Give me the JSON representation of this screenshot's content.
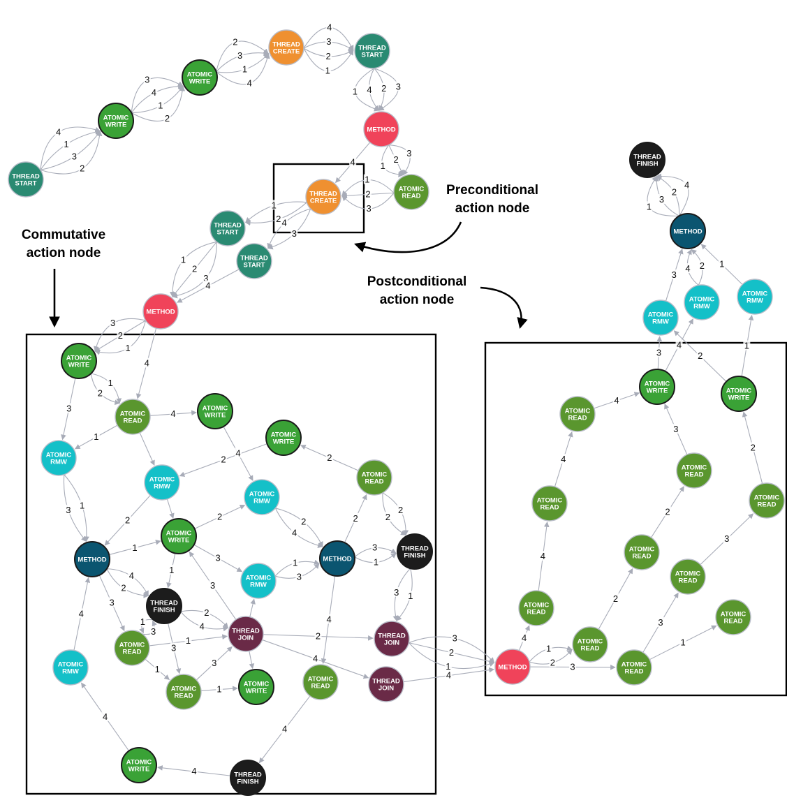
{
  "colors": {
    "thread_start": "#2a8a72",
    "atomic_write": "#3aa236",
    "thread_create": "#ef9030",
    "method_red": "#f0435a",
    "atomic_read": "#5a962e",
    "atomic_rmw": "#14c0c8",
    "method_dark": "#0b5570",
    "thread_finish": "#1c1c1c",
    "thread_join": "#6a2a47",
    "edge": "#a8acb8",
    "box": "#000000"
  },
  "annotations": {
    "commutative": [
      "Commutative",
      "action node"
    ],
    "preconditional": [
      "Preconditional",
      "action node"
    ],
    "postconditional": [
      "Postconditional",
      "action node"
    ]
  },
  "nodes": [
    {
      "id": "ts1",
      "type": "thread_start",
      "label": [
        "THREAD",
        "START"
      ]
    },
    {
      "id": "aw1",
      "type": "atomic_write",
      "label": [
        "ATOMIC",
        "WRITE"
      ]
    },
    {
      "id": "aw2",
      "type": "atomic_write",
      "label": [
        "ATOMIC",
        "WRITE"
      ]
    },
    {
      "id": "tc1",
      "type": "thread_create",
      "label": [
        "THREAD",
        "CREATE"
      ]
    },
    {
      "id": "ts2",
      "type": "thread_start",
      "label": [
        "THREAD",
        "START"
      ]
    },
    {
      "id": "m1",
      "type": "method_red",
      "label": [
        "METHOD"
      ]
    },
    {
      "id": "ar1",
      "type": "atomic_read",
      "label": [
        "ATOMIC",
        "READ"
      ]
    },
    {
      "id": "tc2",
      "type": "thread_create",
      "label": [
        "THREAD",
        "CREATE"
      ]
    },
    {
      "id": "ts3",
      "type": "thread_start",
      "label": [
        "THREAD",
        "START"
      ]
    },
    {
      "id": "ts4",
      "type": "thread_start",
      "label": [
        "THREAD",
        "START"
      ]
    },
    {
      "id": "m2",
      "type": "method_red",
      "label": [
        "METHOD"
      ]
    },
    {
      "id": "aw3",
      "type": "atomic_write",
      "label": [
        "ATOMIC",
        "WRITE"
      ]
    },
    {
      "id": "ar2",
      "type": "atomic_read",
      "label": [
        "ATOMIC",
        "READ"
      ]
    },
    {
      "id": "aw4",
      "type": "atomic_write",
      "label": [
        "ATOMIC",
        "WRITE"
      ]
    },
    {
      "id": "aw5",
      "type": "atomic_write",
      "label": [
        "ATOMIC",
        "WRITE"
      ]
    },
    {
      "id": "rmw1",
      "type": "atomic_rmw",
      "label": [
        "ATOMIC",
        "RMW"
      ]
    },
    {
      "id": "rmw2",
      "type": "atomic_rmw",
      "label": [
        "ATOMIC",
        "RMW"
      ]
    },
    {
      "id": "ar3",
      "type": "atomic_read",
      "label": [
        "ATOMIC",
        "READ"
      ]
    },
    {
      "id": "rmw3",
      "type": "atomic_rmw",
      "label": [
        "ATOMIC",
        "RMW"
      ]
    },
    {
      "id": "aw6",
      "type": "atomic_write",
      "label": [
        "ATOMIC",
        "WRITE"
      ]
    },
    {
      "id": "md1",
      "type": "method_dark",
      "label": [
        "METHOD"
      ]
    },
    {
      "id": "md2",
      "type": "method_dark",
      "label": [
        "METHOD"
      ]
    },
    {
      "id": "tf1",
      "type": "thread_finish",
      "label": [
        "THREAD",
        "FINISH"
      ]
    },
    {
      "id": "rmw4",
      "type": "atomic_rmw",
      "label": [
        "ATOMIC",
        "RMW"
      ]
    },
    {
      "id": "tf2",
      "type": "thread_finish",
      "label": [
        "THREAD",
        "FINISH"
      ]
    },
    {
      "id": "ar4",
      "type": "atomic_read",
      "label": [
        "ATOMIC",
        "READ"
      ]
    },
    {
      "id": "tj1",
      "type": "thread_join",
      "label": [
        "THREAD",
        "JOIN"
      ]
    },
    {
      "id": "tj2",
      "type": "thread_join",
      "label": [
        "THREAD",
        "JOIN"
      ]
    },
    {
      "id": "tj3",
      "type": "thread_join",
      "label": [
        "THREAD",
        "JOIN"
      ]
    },
    {
      "id": "rmw5",
      "type": "atomic_rmw",
      "label": [
        "ATOMIC",
        "RMW"
      ]
    },
    {
      "id": "ar5",
      "type": "atomic_read",
      "label": [
        "ATOMIC",
        "READ"
      ]
    },
    {
      "id": "aw7",
      "type": "atomic_write",
      "label": [
        "ATOMIC",
        "WRITE"
      ]
    },
    {
      "id": "ar6",
      "type": "atomic_read",
      "label": [
        "ATOMIC",
        "READ"
      ]
    },
    {
      "id": "aw8",
      "type": "atomic_write",
      "label": [
        "ATOMIC",
        "WRITE"
      ]
    },
    {
      "id": "tf3",
      "type": "thread_finish",
      "label": [
        "THREAD",
        "FINISH"
      ]
    },
    {
      "id": "m3",
      "type": "method_red",
      "label": [
        "METHOD"
      ]
    },
    {
      "id": "tf4",
      "type": "thread_finish",
      "label": [
        "THREAD",
        "FINISH"
      ]
    },
    {
      "id": "md3",
      "type": "method_dark",
      "label": [
        "METHOD"
      ]
    },
    {
      "id": "rmw6",
      "type": "atomic_rmw",
      "label": [
        "ATOMIC",
        "RMW"
      ]
    },
    {
      "id": "rmw7",
      "type": "atomic_rmw",
      "label": [
        "ATOMIC",
        "RMW"
      ]
    },
    {
      "id": "rmw8",
      "type": "atomic_rmw",
      "label": [
        "ATOMIC",
        "RMW"
      ]
    },
    {
      "id": "aw9",
      "type": "atomic_write",
      "label": [
        "ATOMIC",
        "WRITE"
      ]
    },
    {
      "id": "aw10",
      "type": "atomic_write",
      "label": [
        "ATOMIC",
        "WRITE"
      ]
    },
    {
      "id": "ar7",
      "type": "atomic_read",
      "label": [
        "ATOMIC",
        "READ"
      ]
    },
    {
      "id": "ar8",
      "type": "atomic_read",
      "label": [
        "ATOMIC",
        "READ"
      ]
    },
    {
      "id": "ar9",
      "type": "atomic_read",
      "label": [
        "ATOMIC",
        "READ"
      ]
    },
    {
      "id": "ar10",
      "type": "atomic_read",
      "label": [
        "ATOMIC",
        "READ"
      ]
    },
    {
      "id": "ar11",
      "type": "atomic_read",
      "label": [
        "ATOMIC",
        "READ"
      ]
    },
    {
      "id": "ar12",
      "type": "atomic_read",
      "label": [
        "ATOMIC",
        "READ"
      ]
    },
    {
      "id": "ar13",
      "type": "atomic_read",
      "label": [
        "ATOMIC",
        "READ"
      ]
    },
    {
      "id": "ar14",
      "type": "atomic_read",
      "label": [
        "ATOMIC",
        "READ"
      ]
    },
    {
      "id": "ar15",
      "type": "atomic_read",
      "label": [
        "ATOMIC",
        "READ"
      ]
    },
    {
      "id": "ar16",
      "type": "atomic_read",
      "label": [
        "ATOMIC",
        "READ"
      ]
    },
    {
      "id": "ar17",
      "type": "atomic_read",
      "label": [
        "ATOMIC",
        "READ"
      ]
    }
  ],
  "edges": [
    {
      "from": "ts1",
      "to": "aw1",
      "label": "2"
    },
    {
      "from": "ts1",
      "to": "aw1",
      "label": "3"
    },
    {
      "from": "ts1",
      "to": "aw1",
      "label": "1"
    },
    {
      "from": "ts1",
      "to": "aw1",
      "label": "4"
    },
    {
      "from": "aw1",
      "to": "aw2",
      "label": "3"
    },
    {
      "from": "aw1",
      "to": "aw2",
      "label": "4"
    },
    {
      "from": "aw1",
      "to": "aw2",
      "label": "1"
    },
    {
      "from": "aw1",
      "to": "aw2",
      "label": "2"
    },
    {
      "from": "aw2",
      "to": "tc1",
      "label": "2"
    },
    {
      "from": "aw2",
      "to": "tc1",
      "label": "3"
    },
    {
      "from": "aw2",
      "to": "tc1",
      "label": "1"
    },
    {
      "from": "aw2",
      "to": "tc1",
      "label": "4"
    },
    {
      "from": "tc1",
      "to": "ts2",
      "label": "4"
    },
    {
      "from": "tc1",
      "to": "ts2",
      "label": "3"
    },
    {
      "from": "tc1",
      "to": "ts2",
      "label": "2"
    },
    {
      "from": "tc1",
      "to": "ts2",
      "label": "1"
    },
    {
      "from": "ts2",
      "to": "m1",
      "label": "1"
    },
    {
      "from": "ts2",
      "to": "m1",
      "label": "4"
    },
    {
      "from": "ts2",
      "to": "m1",
      "label": "2"
    },
    {
      "from": "ts2",
      "to": "m1",
      "label": "3"
    },
    {
      "from": "m1",
      "to": "tc2",
      "label": "4"
    },
    {
      "from": "m1",
      "to": "ar1",
      "label": "1"
    },
    {
      "from": "m1",
      "to": "ar1",
      "label": "2"
    },
    {
      "from": "m1",
      "to": "ar1",
      "label": "3"
    },
    {
      "from": "ar1",
      "to": "tc2",
      "label": "3"
    },
    {
      "from": "ar1",
      "to": "tc2",
      "label": "2"
    },
    {
      "from": "ar1",
      "to": "tc2",
      "label": "1"
    },
    {
      "from": "tc2",
      "to": "ts3",
      "label": "2"
    },
    {
      "from": "tc2",
      "to": "ts3",
      "label": "1"
    },
    {
      "from": "tc2",
      "to": "ts4",
      "label": "3"
    },
    {
      "from": "tc2",
      "to": "ts4",
      "label": "4"
    },
    {
      "from": "ts3",
      "to": "m2",
      "label": "1"
    },
    {
      "from": "ts3",
      "to": "m2",
      "label": "2"
    },
    {
      "from": "ts3",
      "to": "m2",
      "label": "3"
    },
    {
      "from": "ts4",
      "to": "m2",
      "label": "4"
    },
    {
      "from": "m2",
      "to": "aw3",
      "label": "3"
    },
    {
      "from": "m2",
      "to": "aw3",
      "label": "2"
    },
    {
      "from": "m2",
      "to": "aw3",
      "label": "1"
    },
    {
      "from": "m2",
      "to": "ar2",
      "label": "4"
    },
    {
      "from": "aw3",
      "to": "ar2",
      "label": "2"
    },
    {
      "from": "aw3",
      "to": "ar2",
      "label": "1"
    },
    {
      "from": "aw3",
      "to": "rmw1",
      "label": "3"
    },
    {
      "from": "ar2",
      "to": "aw4",
      "label": "4"
    },
    {
      "from": "ar2",
      "to": "rmw1",
      "label": "1"
    },
    {
      "from": "ar2",
      "to": "rmw2",
      "label": ""
    },
    {
      "from": "aw4",
      "to": "rmw3",
      "label": "4"
    },
    {
      "from": "ar3",
      "to": "aw5",
      "label": "2"
    },
    {
      "from": "aw5",
      "to": "rmw2",
      "label": "2"
    },
    {
      "from": "rmw2",
      "to": "aw6",
      "label": ""
    },
    {
      "from": "rmw2",
      "to": "md1",
      "label": "2"
    },
    {
      "from": "rmw1",
      "to": "md1",
      "label": "3"
    },
    {
      "from": "rmw1",
      "to": "md1",
      "label": "1"
    },
    {
      "from": "md1",
      "to": "aw6",
      "label": "1"
    },
    {
      "from": "aw6",
      "to": "rmw3",
      "label": "2"
    },
    {
      "from": "aw6",
      "to": "tf1",
      "label": "1"
    },
    {
      "from": "aw6",
      "to": "rmw4",
      "label": "3"
    },
    {
      "from": "rmw3",
      "to": "md2",
      "label": "4"
    },
    {
      "from": "rmw3",
      "to": "md2",
      "label": "2"
    },
    {
      "from": "md2",
      "to": "ar3",
      "label": "2"
    },
    {
      "from": "ar3",
      "to": "tf2",
      "label": "2"
    },
    {
      "from": "ar3",
      "to": "tf2",
      "label": "2"
    },
    {
      "from": "md2",
      "to": "tf2",
      "label": "3"
    },
    {
      "from": "md2",
      "to": "tf2",
      "label": "1"
    },
    {
      "from": "rmw4",
      "to": "md2",
      "label": "3"
    },
    {
      "from": "rmw4",
      "to": "md2",
      "label": "1"
    },
    {
      "from": "md1",
      "to": "tf1",
      "label": "4"
    },
    {
      "from": "md1",
      "to": "tf1",
      "label": "2"
    },
    {
      "from": "md1",
      "to": "ar4",
      "label": "3"
    },
    {
      "from": "tf1",
      "to": "ar4",
      "label": "1"
    },
    {
      "from": "ar4",
      "to": "tf1",
      "label": "3"
    },
    {
      "from": "tf1",
      "to": "tj1",
      "label": "2"
    },
    {
      "from": "tf1",
      "to": "tj1",
      "label": "4"
    },
    {
      "from": "tf1",
      "to": "ar5",
      "label": "3"
    },
    {
      "from": "ar4",
      "to": "tj1",
      "label": "1"
    },
    {
      "from": "ar4",
      "to": "ar5",
      "label": "1"
    },
    {
      "from": "ar5",
      "to": "tj1",
      "label": "3"
    },
    {
      "from": "ar5",
      "to": "aw7",
      "label": "1"
    },
    {
      "from": "tj1",
      "to": "aw6",
      "label": "3"
    },
    {
      "from": "tj1",
      "to": "rmw4",
      "label": ""
    },
    {
      "from": "tj1",
      "to": "aw7",
      "label": ""
    },
    {
      "from": "tj1",
      "to": "tj2",
      "label": "2"
    },
    {
      "from": "tj1",
      "to": "tj3",
      "label": "4"
    },
    {
      "from": "md2",
      "to": "ar6",
      "label": "4"
    },
    {
      "from": "tf2",
      "to": "tj2",
      "label": "1"
    },
    {
      "from": "tf2",
      "to": "tj2",
      "label": "3"
    },
    {
      "from": "ar6",
      "to": "tf3",
      "label": "4"
    },
    {
      "from": "tf3",
      "to": "aw8",
      "label": "4"
    },
    {
      "from": "aw8",
      "to": "rmw5",
      "label": "4"
    },
    {
      "from": "rmw5",
      "to": "md1",
      "label": "4"
    },
    {
      "from": "tj2",
      "to": "m3",
      "label": "1"
    },
    {
      "from": "tj2",
      "to": "m3",
      "label": "2"
    },
    {
      "from": "tj2",
      "to": "m3",
      "label": "3"
    },
    {
      "from": "tj3",
      "to": "m3",
      "label": "4"
    },
    {
      "from": "m3",
      "to": "ar8",
      "label": "2"
    },
    {
      "from": "m3",
      "to": "ar8",
      "label": "1"
    },
    {
      "from": "m3",
      "to": "ar7",
      "label": "4"
    },
    {
      "from": "m3",
      "to": "ar9",
      "label": "3"
    },
    {
      "from": "ar7",
      "to": "ar10",
      "label": "4"
    },
    {
      "from": "ar10",
      "to": "ar11",
      "label": "4"
    },
    {
      "from": "ar11",
      "to": "aw9",
      "label": "4"
    },
    {
      "from": "ar8",
      "to": "ar12",
      "label": "2"
    },
    {
      "from": "ar12",
      "to": "ar13",
      "label": "2"
    },
    {
      "from": "ar13",
      "to": "aw9",
      "label": "3"
    },
    {
      "from": "ar9",
      "to": "ar14",
      "label": "3"
    },
    {
      "from": "ar14",
      "to": "ar15",
      "label": "3"
    },
    {
      "from": "ar15",
      "to": "aw10",
      "label": "2"
    },
    {
      "from": "ar9",
      "to": "ar16",
      "label": "1"
    },
    {
      "from": "ar16",
      "to": "ar17",
      "label": "1"
    },
    {
      "from": "ar17",
      "to": "aw10",
      "label": "1"
    },
    {
      "from": "aw9",
      "to": "rmw6",
      "label": "3"
    },
    {
      "from": "aw9",
      "to": "rmw7",
      "label": "4"
    },
    {
      "from": "aw10",
      "to": "rmw6",
      "label": "2"
    },
    {
      "from": "aw10",
      "to": "rmw8",
      "label": "1"
    },
    {
      "from": "rmw6",
      "to": "md3",
      "label": "3"
    },
    {
      "from": "rmw7",
      "to": "md3",
      "label": "2"
    },
    {
      "from": "rmw7",
      "to": "md3",
      "label": "4"
    },
    {
      "from": "rmw8",
      "to": "md3",
      "label": "1"
    },
    {
      "from": "md3",
      "to": "tf4",
      "label": "1"
    },
    {
      "from": "md3",
      "to": "tf4",
      "label": "3"
    },
    {
      "from": "md3",
      "to": "tf4",
      "label": "2"
    },
    {
      "from": "md3",
      "to": "tf4",
      "label": "4"
    }
  ]
}
